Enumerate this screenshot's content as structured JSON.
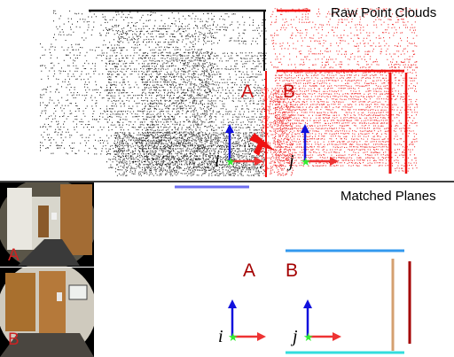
{
  "top_panel": {
    "title": "Raw Point Clouds",
    "label_a": "A",
    "label_b": "B",
    "axis_i": "i",
    "axis_j": "j"
  },
  "bottom_panel": {
    "title": "Matched Planes",
    "label_a": "A",
    "label_b": "B",
    "axis_i": "i",
    "axis_j": "j"
  },
  "thumbnails": {
    "top_label": "A",
    "bottom_label": "B"
  },
  "colors": {
    "point_cloud_a": "#111111",
    "point_cloud_b": "#ee1111",
    "label_dark_red": "#a40000",
    "thumb_label_red": "#cc2222",
    "plane_violet": "#6f6ff0",
    "plane_blue": "#3399ee",
    "plane_cyan": "#33dddd",
    "plane_tan": "#d4a070",
    "plane_dark_red": "#a40000",
    "axis_blue": "#1111dd",
    "axis_red": "#ee3333",
    "axis_green_star": "#33ee33"
  }
}
